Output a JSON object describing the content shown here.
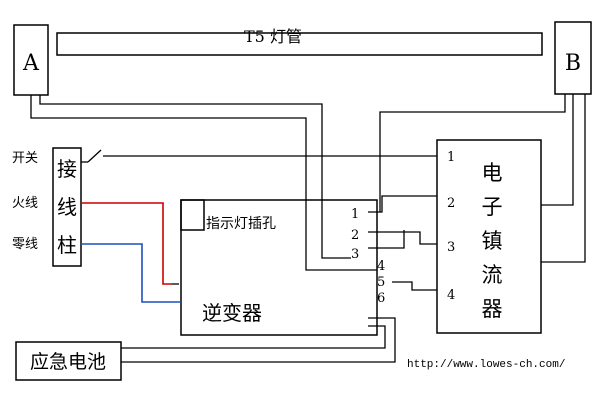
{
  "tube": {
    "label": "T5 灯管"
  },
  "pins": {
    "a": "A",
    "b": "B"
  },
  "terminal": {
    "label_chars": [
      "接",
      "线",
      "柱"
    ],
    "switch": "开关",
    "live": "火线",
    "neutral": "零线"
  },
  "inverter": {
    "indicator": "指示灯插孔",
    "label": "逆变器",
    "pins": [
      "1",
      "2",
      "3",
      "4",
      "5",
      "6"
    ]
  },
  "ballast": {
    "label_chars": [
      "电",
      "子",
      "镇",
      "流",
      "器"
    ],
    "pins": [
      "1",
      "2",
      "3",
      "4"
    ]
  },
  "battery": {
    "label": "应急电池"
  },
  "watermark": "http://www.lowes-ch.com/",
  "colors": {
    "live_wire": "#cc0000",
    "neutral_wire": "#1f4fbf",
    "line": "#000000"
  }
}
